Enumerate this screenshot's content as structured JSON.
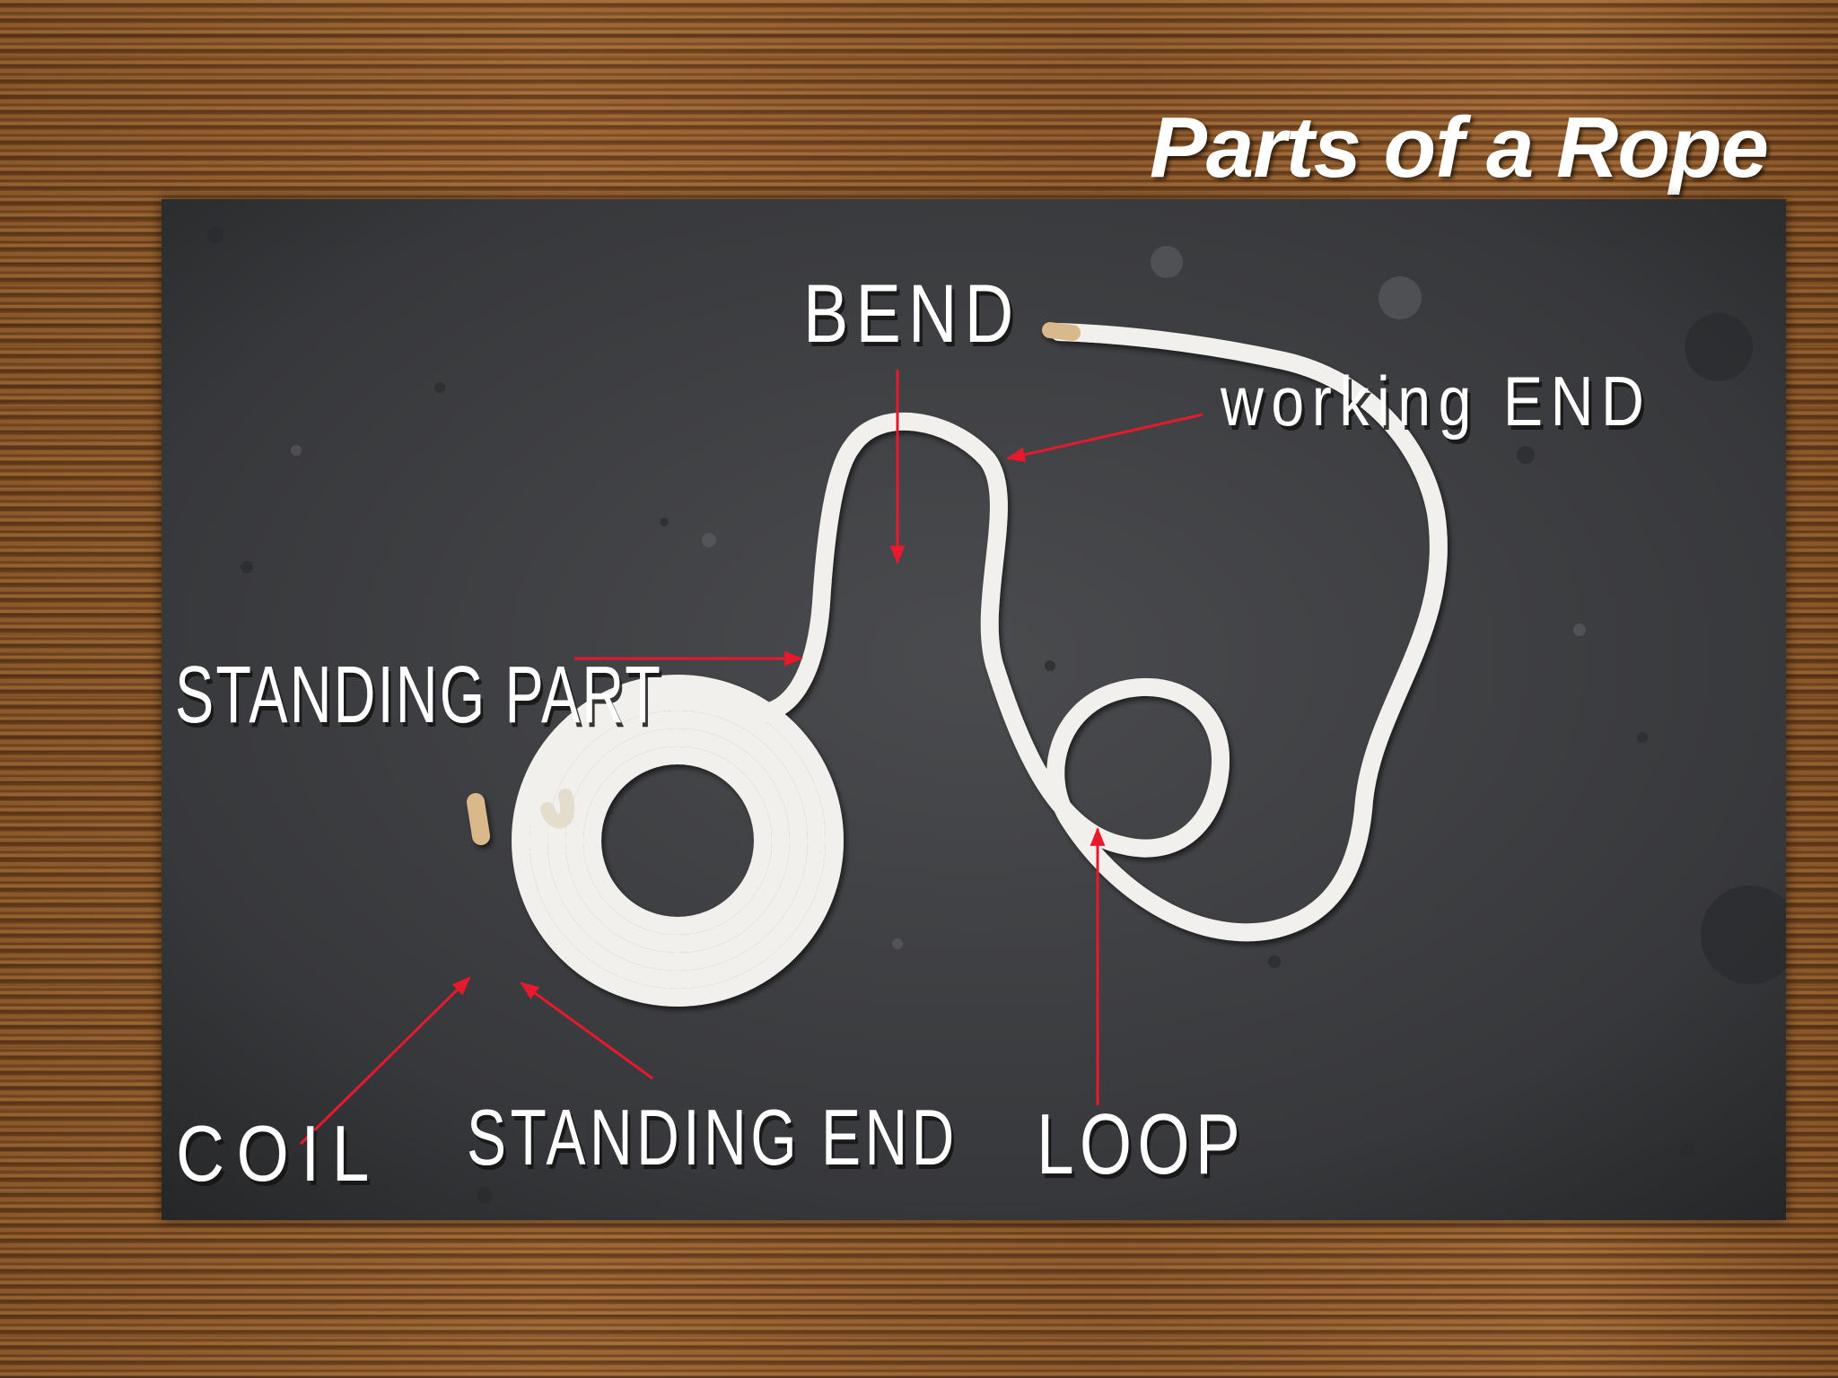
{
  "title": "Parts of a Rope",
  "labels": {
    "bend": "BEND",
    "working_end": "working END",
    "standing_part": "STANDING PART",
    "coil": "COIL",
    "standing_end": "STANDING END",
    "loop": "LOOP"
  },
  "colors": {
    "arrow": "#e8192c",
    "rope": "#f2f0ec",
    "rope_end_tape": "#d9b98a",
    "photo_background": "#3b3c3f"
  }
}
